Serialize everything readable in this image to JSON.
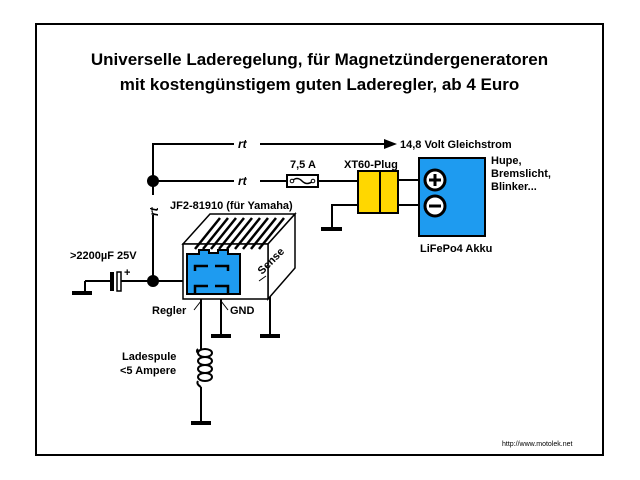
{
  "title": {
    "line1": "Universelle Laderegelung, für Magnetzündergeneratoren",
    "line2": "mit kostengünstigem guten Laderegler, ab 4 Euro"
  },
  "labels": {
    "wire_color_top": "rt",
    "wire_color_mid": "rt",
    "wire_color_vertical": "rt",
    "output": "14,8 Volt Gleichstrom",
    "consumers_1": "Hupe,",
    "consumers_2": "Bremslicht,",
    "consumers_3": "Blinker...",
    "fuse": "7,5 A",
    "plug": "XT60-Plug",
    "battery": "LiFePo4 Akku",
    "regulator": "JF2-81910 (für Yamaha)",
    "sense": "Sense",
    "capacitor": ">2200µF 25V",
    "capacitor_polarity": "+",
    "regler": "Regler",
    "gnd": "GND",
    "coil_1": "Ladespule",
    "coil_2": "<5 Ampere",
    "footer_url": "http://www.motolek.net"
  },
  "colors": {
    "battery": "#1e9bf0",
    "plug": "#ffd700",
    "connector": "#1e9bf0"
  },
  "icons": {
    "battery_plus": "plus-circle",
    "battery_minus": "minus-circle",
    "fuse": "fuse-symbol",
    "coil": "inductor-coil",
    "capacitor": "capacitor-symbol",
    "ground": "ground-symbol"
  }
}
